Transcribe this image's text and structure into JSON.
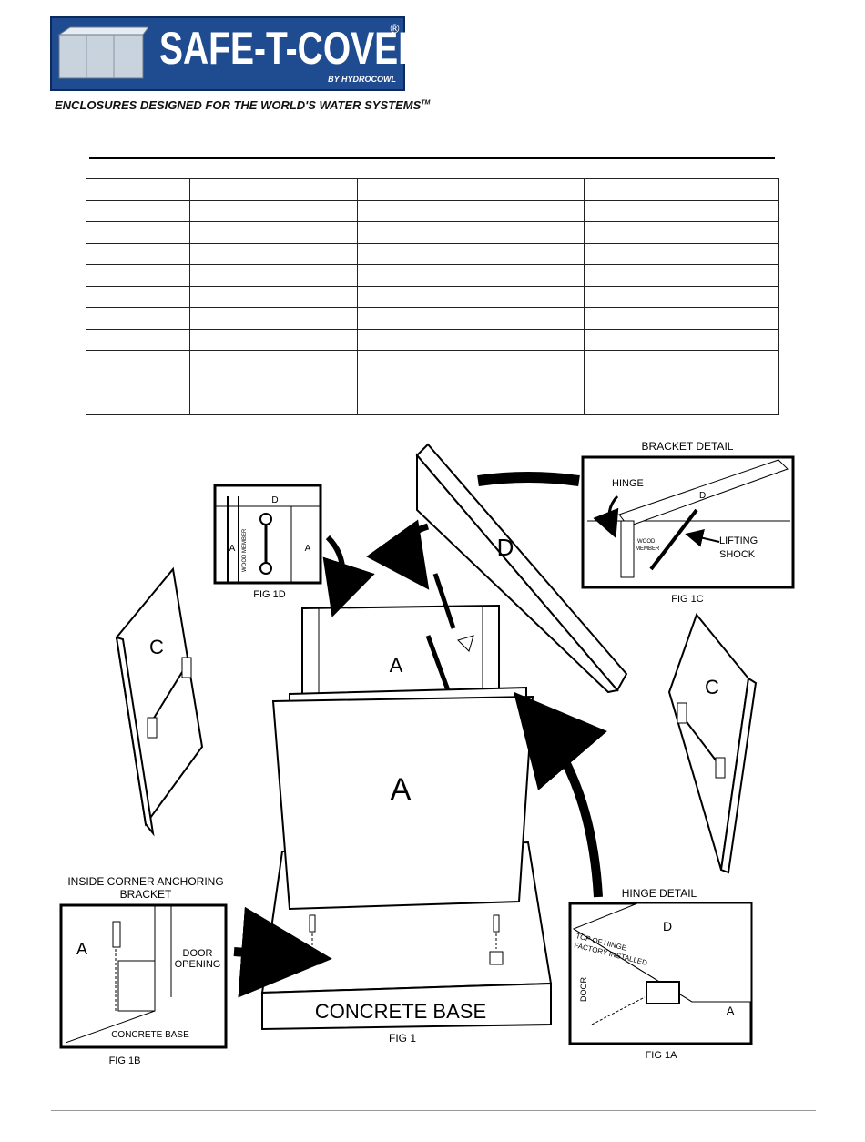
{
  "header": {
    "logo_text": "SAFE-T-COVER",
    "logo_registered": "®",
    "logo_byline": "BY HYDROCOWL",
    "tagline": "ENCLOSURES DESIGNED FOR THE WORLD'S WATER SYSTEMS",
    "tagline_tm": "TM"
  },
  "parts_table": {
    "rows": 11,
    "columns": 4
  },
  "diagram": {
    "labels": {
      "bracket_detail": "BRACKET DETAIL",
      "hinge": "HINGE",
      "lifting_shock_1": "LIFTING",
      "lifting_shock_2": "SHOCK",
      "wood_member_1": "WOOD",
      "wood_member_2": "MEMBER",
      "wood_member_vertical": "WOOD MEMBER",
      "fig_1c": "FIG 1C",
      "fig_1d": "FIG 1D",
      "inside_corner_1": "INSIDE CORNER ANCHORING",
      "inside_corner_2": "BRACKET",
      "door_opening_1": "DOOR",
      "door_opening_2": "OPENING",
      "concrete_base_small": "CONCRETE BASE",
      "fig_1b": "FIG 1B",
      "concrete_base": "CONCRETE BASE",
      "fig_1": "FIG 1",
      "hinge_detail": "HINGE DETAIL",
      "top_of_hinge_1": "TOP OF HINGE",
      "top_of_hinge_2": "FACTORY INSTALLED",
      "door_side": "DOOR",
      "fig_1a": "FIG 1A",
      "panel_a": "A",
      "panel_c": "C",
      "panel_d": "D"
    }
  }
}
